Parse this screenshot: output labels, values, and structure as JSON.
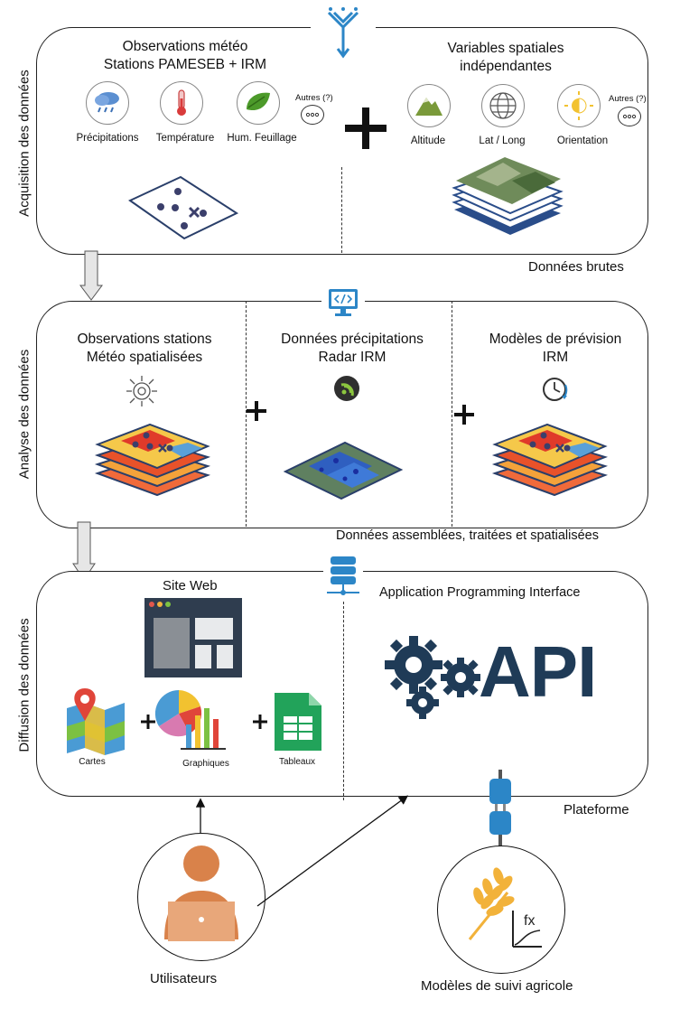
{
  "sections": {
    "acquisition": {
      "side_label": "Acquisition des données",
      "left_title_line1": "Observations météo",
      "left_title_line2": "Stations PAMESEB  + IRM",
      "icons_left": [
        "Précipitations",
        "Température",
        "Hum. Feuillage"
      ],
      "others_left": "Autres (?)",
      "right_title_line1": "Variables spatiales",
      "right_title_line2": "indépendantes",
      "icons_right": [
        "Altitude",
        "Lat / Long",
        "Orientation"
      ],
      "others_right": "Autres (?)",
      "output_label": "Données brutes"
    },
    "analysis": {
      "side_label": "Analyse des données",
      "col1_line1": "Observations stations",
      "col1_line2": "Météo spatialisées",
      "col2_line1": "Données précipitations",
      "col2_line2": "Radar IRM",
      "col3_line1": "Modèles de prévision",
      "col3_line2": "IRM",
      "output_label": "Données assemblées, traitées et spatialisées"
    },
    "diffusion": {
      "side_label": "Diffusion des données",
      "website_title": "Site Web",
      "items": [
        "Cartes",
        "Graphiques",
        "Tableaux"
      ],
      "api_title": "Application Programming Interface",
      "api_logo_text": "API",
      "platform_label": "Plateforme"
    }
  },
  "users_label": "Utilisateurs",
  "agri_models_label": "Modèles de suivi agricole",
  "colors": {
    "api_blue": "#1f3b57",
    "icon_blue": "#2c86c7",
    "panel_border": "#222222"
  }
}
